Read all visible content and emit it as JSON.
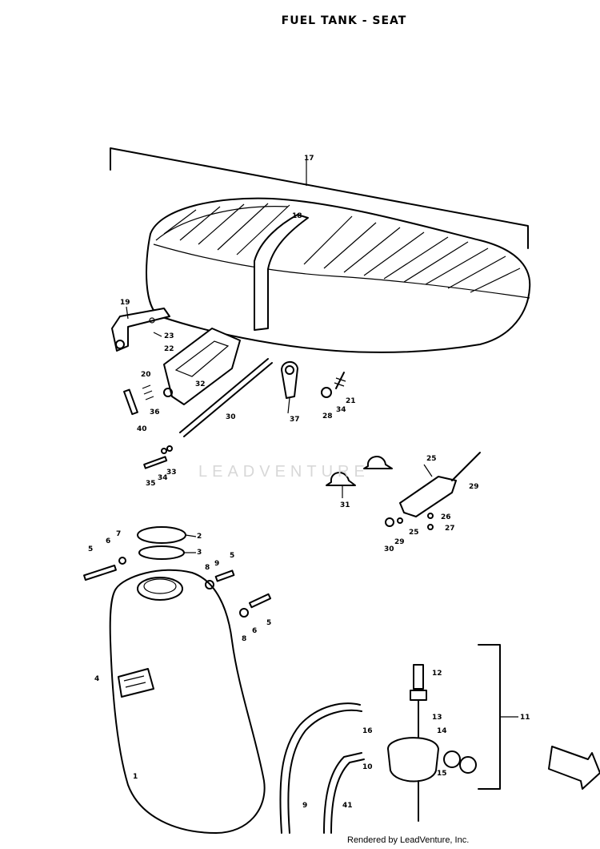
{
  "title": "FUEL TANK - SEAT",
  "watermark": "LEADVENTURE",
  "credit": "Rendered by LeadVenture, Inc.",
  "callouts": [
    "17",
    "18",
    "19",
    "23",
    "22",
    "32",
    "20",
    "30",
    "40",
    "36",
    "28",
    "34",
    "21",
    "37",
    "35",
    "34",
    "33",
    "31",
    "25",
    "29",
    "26",
    "27",
    "30",
    "29",
    "25",
    "2",
    "3",
    "5",
    "6",
    "7",
    "8",
    "9",
    "5",
    "6",
    "8",
    "5",
    "4",
    "1",
    "12",
    "13",
    "14",
    "15",
    "11",
    "16",
    "10",
    "9",
    "41"
  ],
  "colors": {
    "line": "#000000",
    "background": "#ffffff",
    "watermark": "#d8d8d8"
  },
  "icons": {
    "direction": "front-arrow-icon"
  }
}
